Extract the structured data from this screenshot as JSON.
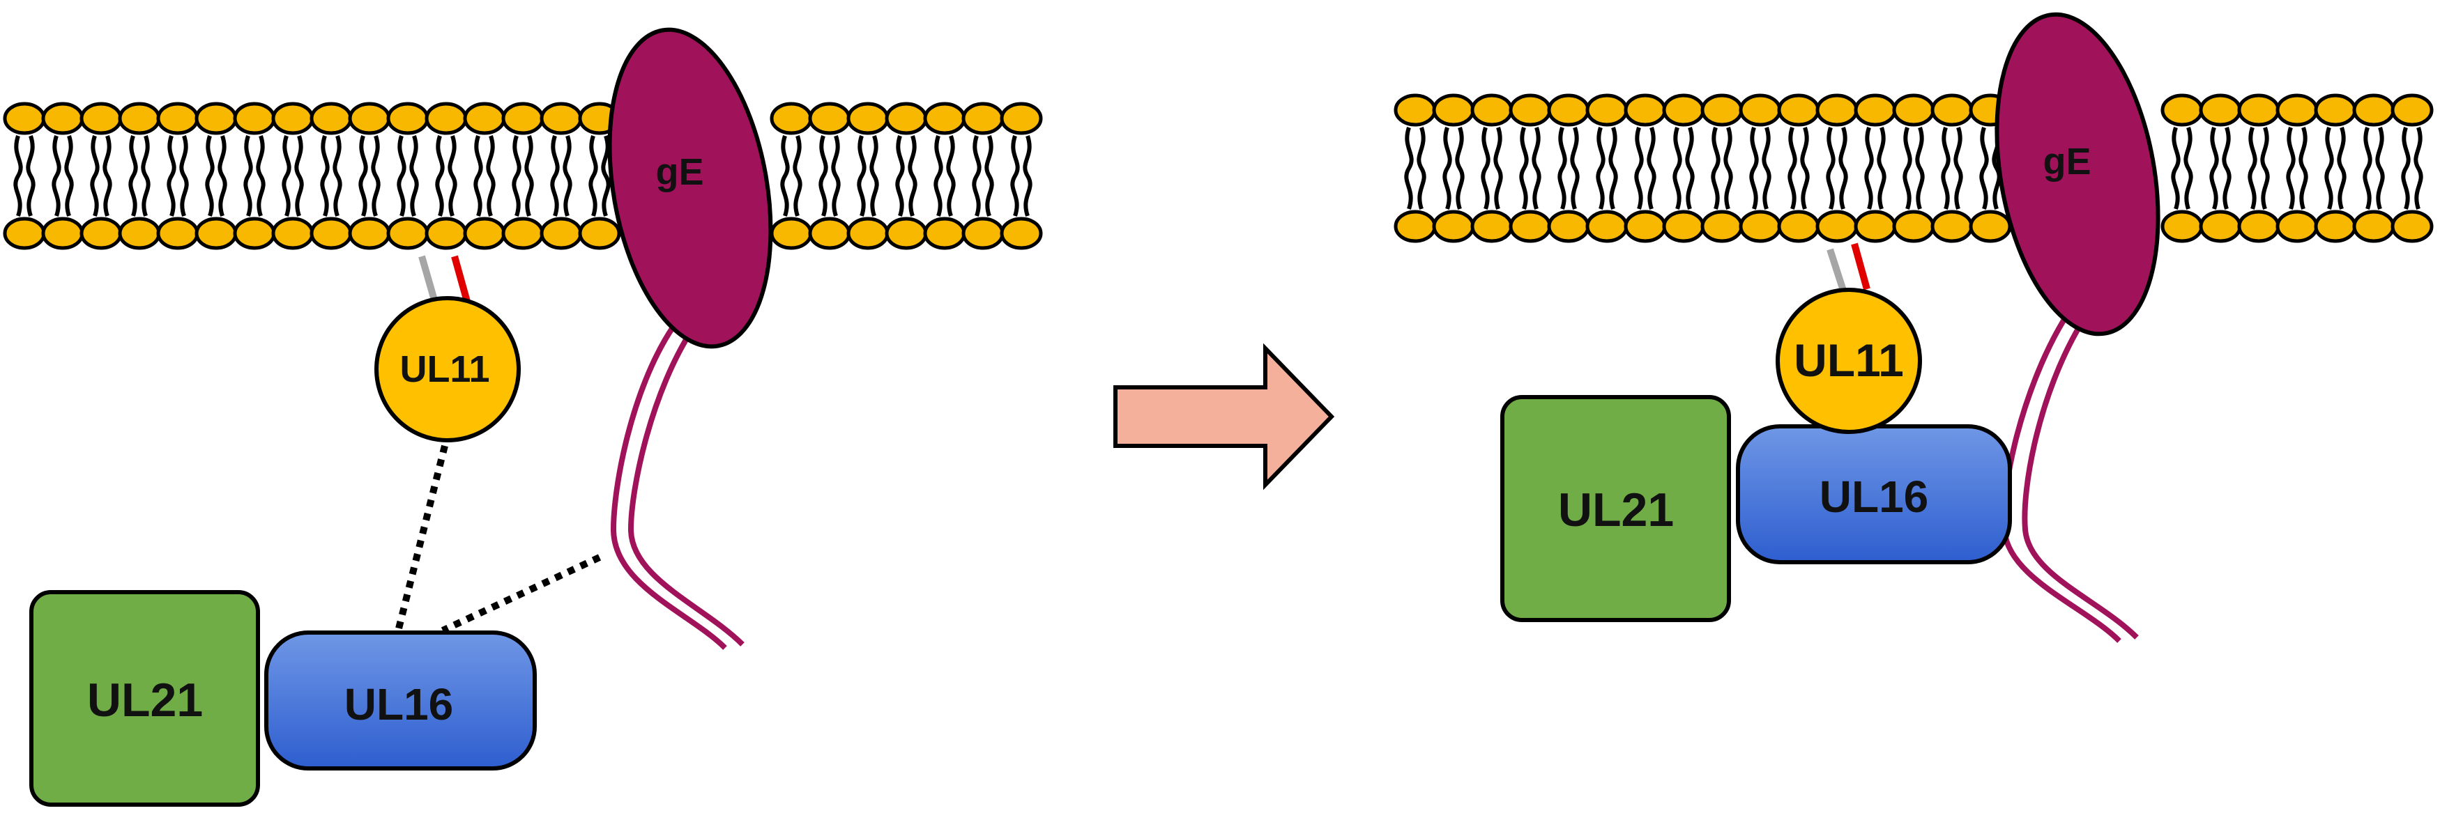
{
  "colors": {
    "lipid_head": "#F8B800",
    "gE": "#A0125A",
    "UL11": "#FFC000",
    "UL16_top": "#6F97E6",
    "UL16_bottom": "#2E5ECF",
    "UL21": "#70AD47",
    "arrow": "#F4B09A",
    "palmitoyl_gray": "#A6A6A6",
    "myristoyl_red": "#E00000",
    "outline": "#000000"
  },
  "left_panel": {
    "gE_label": "gE",
    "UL11_label": "UL11",
    "UL16_label": "UL16",
    "UL21_label": "UL21"
  },
  "right_panel": {
    "gE_label": "gE",
    "UL11_label": "UL11",
    "UL16_label": "UL16",
    "UL21_label": "UL21"
  },
  "transition_arrow": "arrow-right-icon"
}
